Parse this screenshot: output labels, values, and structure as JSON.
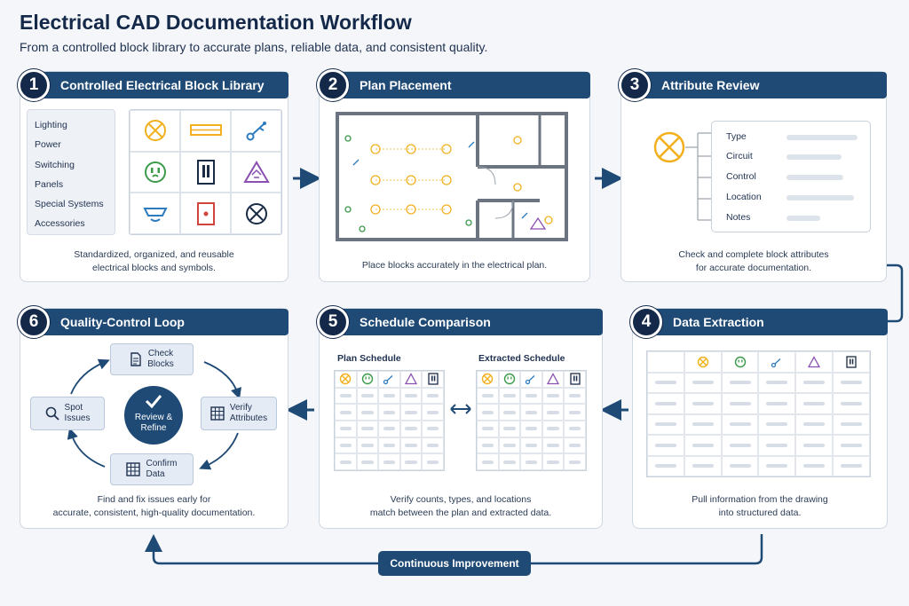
{
  "header": {
    "title": "Electrical CAD Documentation Workflow",
    "subtitle": "From a controlled block library to accurate plans, reliable data, and consistent quality."
  },
  "steps": [
    {
      "number": "1",
      "label": "Controlled Electrical Block Library",
      "caption_1": "Standardized, organized, and reusable",
      "caption_2": "electrical blocks and symbols."
    },
    {
      "number": "2",
      "label": "Plan Placement",
      "caption_1": "Place blocks accurately in the electrical plan."
    },
    {
      "number": "3",
      "label": "Attribute Review",
      "caption_1": "Check and complete block attributes",
      "caption_2": "for accurate documentation."
    },
    {
      "number": "4",
      "label": "Data Extraction",
      "caption_1": "Pull information from the drawing",
      "caption_2": "into structured data."
    },
    {
      "number": "5",
      "label": "Schedule Comparison",
      "caption_1": "Verify counts, types, and locations",
      "caption_2": "match between the plan and extracted data."
    },
    {
      "number": "6",
      "label": "Quality-Control Loop",
      "caption_1": "Find and fix issues early for",
      "caption_2": "accurate, consistent, high-quality documentation."
    }
  ],
  "library": {
    "categories": [
      "Lighting",
      "Power",
      "Switching",
      "Panels",
      "Special Systems",
      "Accessories"
    ],
    "symbols": [
      "light-fixture-icon",
      "linear-fixture-icon",
      "switch-icon",
      "receptacle-icon",
      "panelboard-icon",
      "special-system-icon",
      "smoke-detector-icon",
      "junction-box-icon",
      "exhaust-fan-icon"
    ]
  },
  "attributes": {
    "fields": [
      "Type",
      "Circuit",
      "Control",
      "Location",
      "Notes"
    ]
  },
  "schedule": {
    "plan_title": "Plan Schedule",
    "extracted_title": "Extracted Schedule"
  },
  "qc": {
    "check": "Check\nBlocks",
    "verify": "Verify\nAttributes",
    "confirm": "Confirm\nData",
    "spot": "Spot\nIssues",
    "center": "Review &\nRefine"
  },
  "loop_label": "Continuous Improvement",
  "colors": {
    "navy": "#1f4a75",
    "yellow": "#f2b01e",
    "green": "#3a9a4a",
    "blue": "#2d7bbf",
    "purple": "#8a4fb0",
    "red": "#d0453a"
  }
}
